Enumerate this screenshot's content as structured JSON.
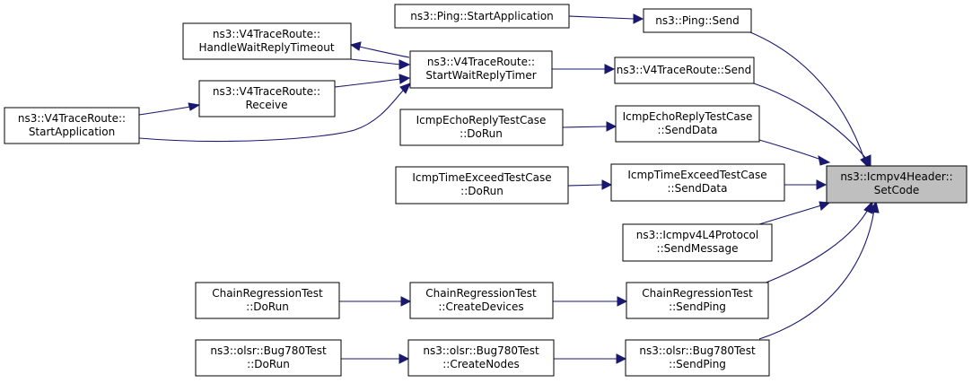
{
  "nodes": {
    "setcode": [
      "ns3::Icmpv4Header::",
      "SetCode"
    ],
    "ping_send": [
      "ns3::Ping::Send"
    ],
    "ping_start": [
      "ns3::Ping::StartApplication"
    ],
    "v4_send": [
      "ns3::V4TraceRoute::Send"
    ],
    "v4_timer": [
      "ns3::V4TraceRoute::",
      "StartWaitReplyTimer"
    ],
    "v4_timeout": [
      "ns3::V4TraceRoute::",
      "HandleWaitReplyTimeout"
    ],
    "v4_receive": [
      "ns3::V4TraceRoute::",
      "Receive"
    ],
    "v4_start": [
      "ns3::V4TraceRoute::",
      "StartApplication"
    ],
    "echo_send": [
      "IcmpEchoReplyTestCase",
      "::SendData"
    ],
    "echo_run": [
      "IcmpEchoReplyTestCase",
      "::DoRun"
    ],
    "time_send": [
      "IcmpTimeExceedTestCase",
      "::SendData"
    ],
    "time_run": [
      "IcmpTimeExceedTestCase",
      "::DoRun"
    ],
    "l4_send": [
      "ns3::Icmpv4L4Protocol",
      "::SendMessage"
    ],
    "chain_ping": [
      "ChainRegressionTest",
      "::SendPing"
    ],
    "chain_dev": [
      "ChainRegressionTest",
      "::CreateDevices"
    ],
    "chain_run": [
      "ChainRegressionTest",
      "::DoRun"
    ],
    "olsr_ping": [
      "ns3::olsr::Bug780Test",
      "::SendPing"
    ],
    "olsr_nodes": [
      "ns3::olsr::Bug780Test",
      "::CreateNodes"
    ],
    "olsr_run": [
      "ns3::olsr::Bug780Test",
      "::DoRun"
    ]
  },
  "focus": "setcode",
  "edges": [
    [
      "ping_send",
      "setcode"
    ],
    [
      "v4_send",
      "setcode"
    ],
    [
      "echo_send",
      "setcode"
    ],
    [
      "time_send",
      "setcode"
    ],
    [
      "l4_send",
      "setcode"
    ],
    [
      "chain_ping",
      "setcode"
    ],
    [
      "olsr_ping",
      "setcode"
    ],
    [
      "ping_start",
      "ping_send"
    ],
    [
      "v4_timer",
      "v4_send"
    ],
    [
      "v4_timer",
      "v4_timeout"
    ],
    [
      "v4_timeout",
      "v4_timer"
    ],
    [
      "v4_receive",
      "v4_timer"
    ],
    [
      "v4_start",
      "v4_timer"
    ],
    [
      "v4_start",
      "v4_receive"
    ],
    [
      "echo_run",
      "echo_send"
    ],
    [
      "time_run",
      "time_send"
    ],
    [
      "chain_dev",
      "chain_ping"
    ],
    [
      "chain_run",
      "chain_dev"
    ],
    [
      "olsr_nodes",
      "olsr_ping"
    ],
    [
      "olsr_run",
      "olsr_nodes"
    ]
  ],
  "colors": {
    "edge": "#191970",
    "focus_fill": "#bfbfbf",
    "node_fill": "#ffffff"
  }
}
